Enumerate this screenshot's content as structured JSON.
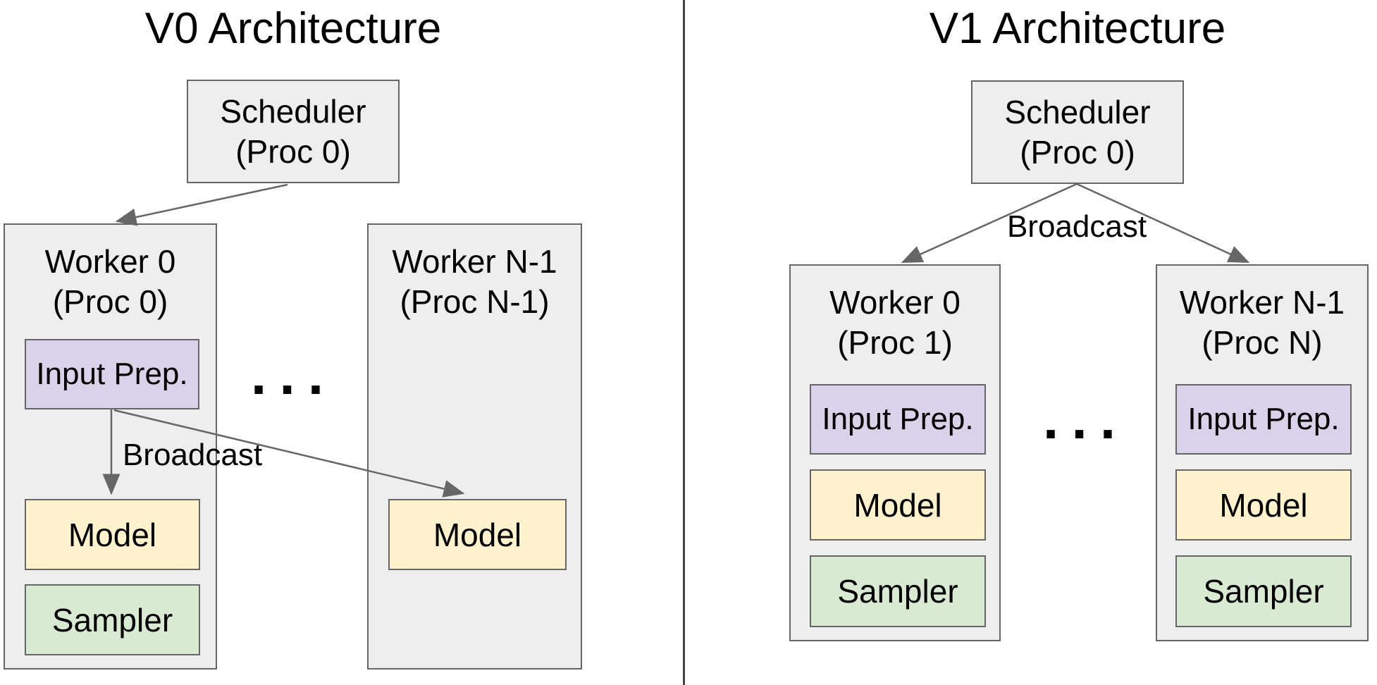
{
  "colors": {
    "box_fill": "#eeeeee",
    "box_border": "#666666",
    "input_prep_fill": "#d9d2e9",
    "model_fill": "#fff2cc",
    "sampler_fill": "#d9ead3",
    "arrow": "#666666",
    "divider": "#444444",
    "text": "#000000"
  },
  "v0": {
    "title": "V0 Architecture",
    "scheduler": {
      "line1": "Scheduler",
      "line2": "(Proc 0)"
    },
    "broadcast_label": "Broadcast",
    "dots": ". . .",
    "worker0": {
      "line1": "Worker 0",
      "line2": "(Proc 0)",
      "input_prep_label": "Input Prep.",
      "model_label": "Model",
      "sampler_label": "Sampler"
    },
    "workerN": {
      "line1": "Worker N-1",
      "line2": "(Proc N-1)",
      "model_label": "Model"
    }
  },
  "v1": {
    "title": "V1 Architecture",
    "scheduler": {
      "line1": "Scheduler",
      "line2": "(Proc 0)"
    },
    "broadcast_label": "Broadcast",
    "dots": ". . .",
    "worker0": {
      "line1": "Worker 0",
      "line2": "(Proc 1)",
      "input_prep_label": "Input Prep.",
      "model_label": "Model",
      "sampler_label": "Sampler"
    },
    "workerN": {
      "line1": "Worker N-1",
      "line2": "(Proc N)",
      "input_prep_label": "Input Prep.",
      "model_label": "Model",
      "sampler_label": "Sampler"
    }
  }
}
